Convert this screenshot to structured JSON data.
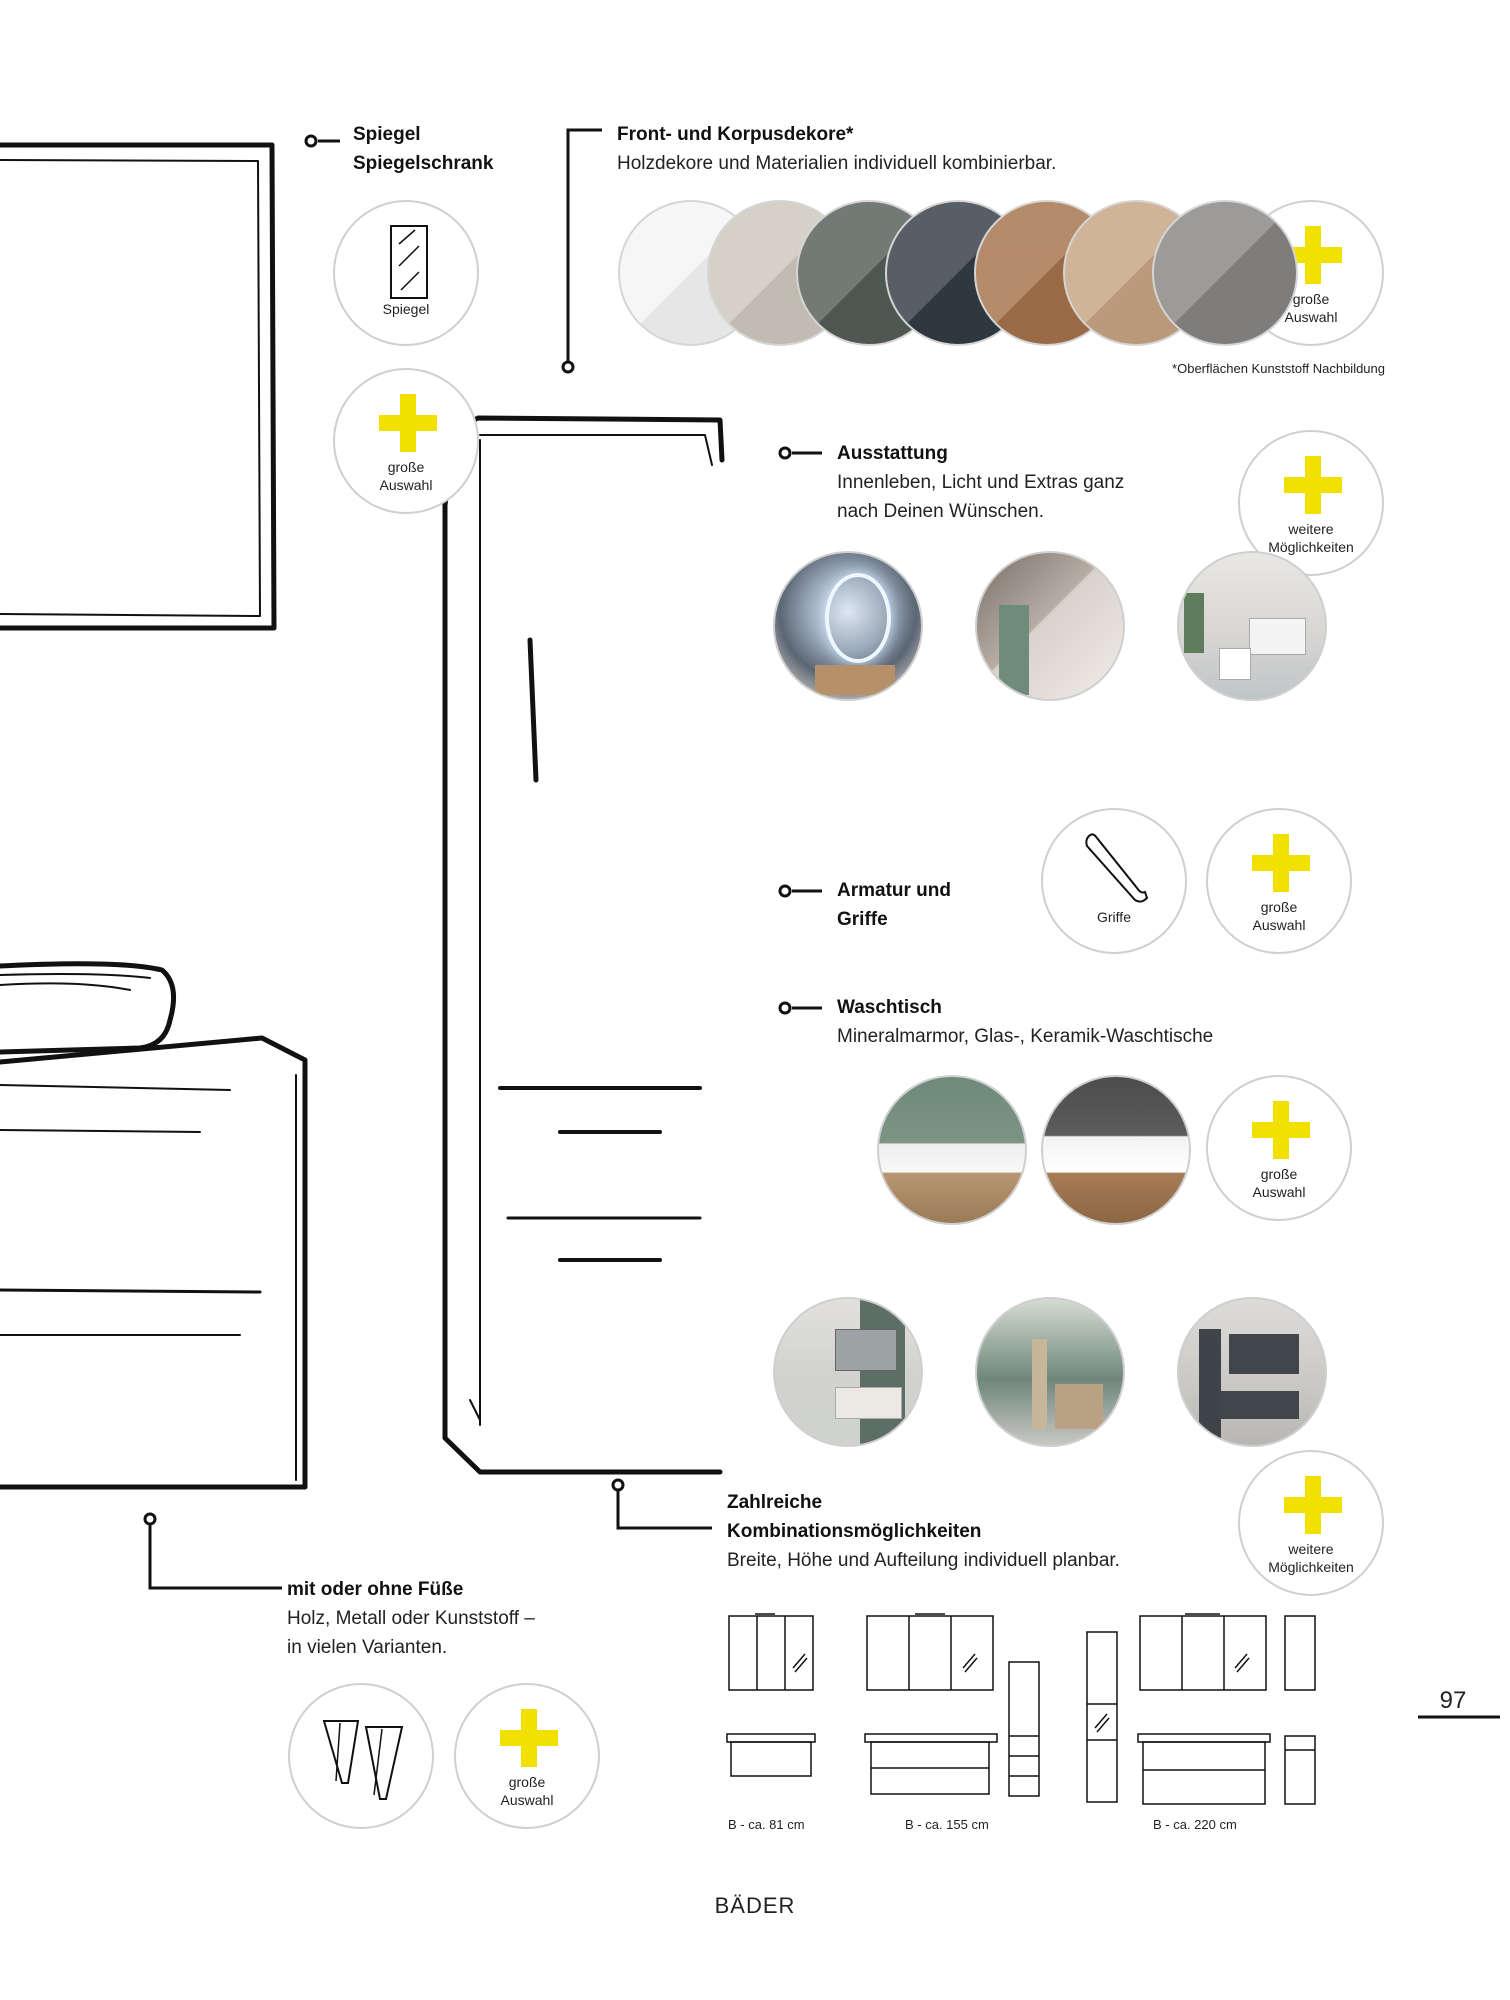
{
  "mirror": {
    "title1": "Spiegel",
    "title2": "Spiegelschrank",
    "icon_label": "Spiegel",
    "plus_label1": "große",
    "plus_label2": "Auswahl"
  },
  "decor": {
    "title": "Front- und Korpusdekore*",
    "text": "Holzdekore und Materialien individuell kombinierbar.",
    "swatches": [
      "#f4f4f4",
      "#cdc7bc",
      "#545c57",
      "#323a43",
      "#a3714a",
      "#c6a382",
      "#878584"
    ],
    "plus_label1": "große",
    "plus_label2": "Auswahl",
    "footnote": "*Oberflächen Kunststoff Nachbildung"
  },
  "equipment": {
    "title": "Ausstattung",
    "line1": "Innenleben, Licht und Extras ganz",
    "line2": "nach Deinen Wünschen.",
    "plus_label1": "weitere",
    "plus_label2": "Möglichkeiten"
  },
  "fittings": {
    "title1": "Armatur und",
    "title2": "Griffe",
    "icon_label": "Griffe",
    "plus_label1": "große",
    "plus_label2": "Auswahl"
  },
  "washbasin": {
    "title": "Waschtisch",
    "text": "Mineralmarmor, Glas-, Keramik-Waschtische",
    "plus_label1": "große",
    "plus_label2": "Auswahl"
  },
  "combos": {
    "title1": "Zahlreiche",
    "title2": "Kombinationsmöglichkeiten",
    "text": "Breite, Höhe und Aufteilung individuell planbar.",
    "plus_label1": "weitere",
    "plus_label2": "Möglichkeiten",
    "widths": [
      "B - ca. 81 cm",
      "B - ca. 155 cm",
      "B - ca. 220 cm"
    ]
  },
  "feet": {
    "title": "mit oder ohne Füße",
    "line1": "Holz, Metall oder Kunststoff –",
    "line2": "in vielen Varianten.",
    "plus_label1": "große",
    "plus_label2": "Auswahl"
  },
  "page_number": "97",
  "section": "BÄDER",
  "colors": {
    "accent_yellow": "#f2e000",
    "line": "#1a1a1a",
    "circle_border": "#cfcfcf"
  }
}
